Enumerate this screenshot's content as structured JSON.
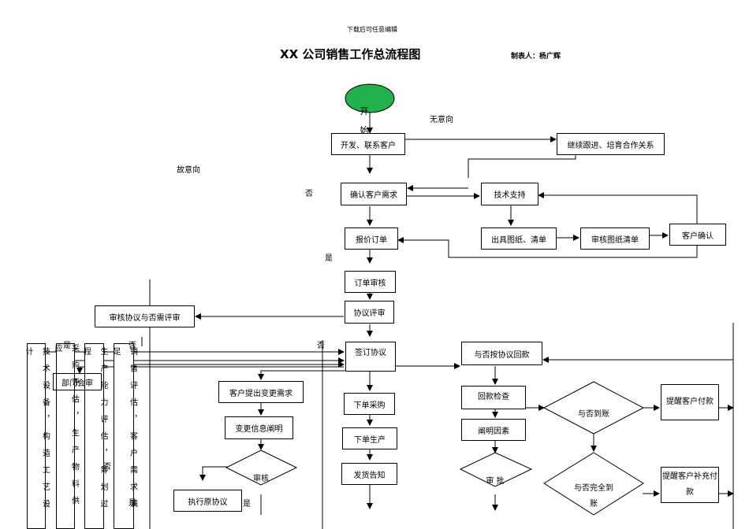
{
  "header": {
    "watermark": "下载后可任意编辑",
    "title": "XX 公司销售工作总流程图",
    "maker": "制表人：杨广辉"
  },
  "nodes": {
    "start": "开始",
    "develop": "开发、联系客户",
    "follow_up": "继续跟进、培育合作关系",
    "confirm_needs": "确认客户需求",
    "tech_support": "技术支持",
    "quote": "报价订单",
    "drawings": "出具图纸、清单",
    "review_drawings": "审核图纸清单",
    "customer_confirm": "客户确认",
    "order_review": "订单审核",
    "agreement_review": "协议评审",
    "review_agreement": "审核协议与否需评审",
    "sign": "签订协议",
    "payment_by_agreement": "与否按协议回款",
    "change_request": "客户提出变更需求",
    "purchase": "下单采购",
    "collection_check": "回款检查",
    "received": "与否到账",
    "remind_pay": "提醒客户付款",
    "change_info": "变更信息阐明",
    "production": "下单生产",
    "explain_reason": "阐明因素",
    "audit": "审核",
    "ship": "发货告知",
    "approve": "审 批",
    "fully_received": "与否完全到账",
    "execute_original": "执行原协议",
    "remind_supplement": "提醒客户补充付款",
    "dept_meeting": "部门会审"
  },
  "columns": {
    "tech": "技术设备，构造工艺设计",
    "purchase": "采购评估，生产物料供应",
    "production": "生产能力评估，筹划过程",
    "sales": "销售评估，客户需求满足"
  },
  "labels": {
    "no_intent": "无意向",
    "intent": "故意向",
    "no1": "否",
    "yes1": "是",
    "yes2": "是",
    "no2": "否",
    "no3": "否",
    "no4": "否",
    "yes3": "是",
    "yes4": "是"
  }
}
